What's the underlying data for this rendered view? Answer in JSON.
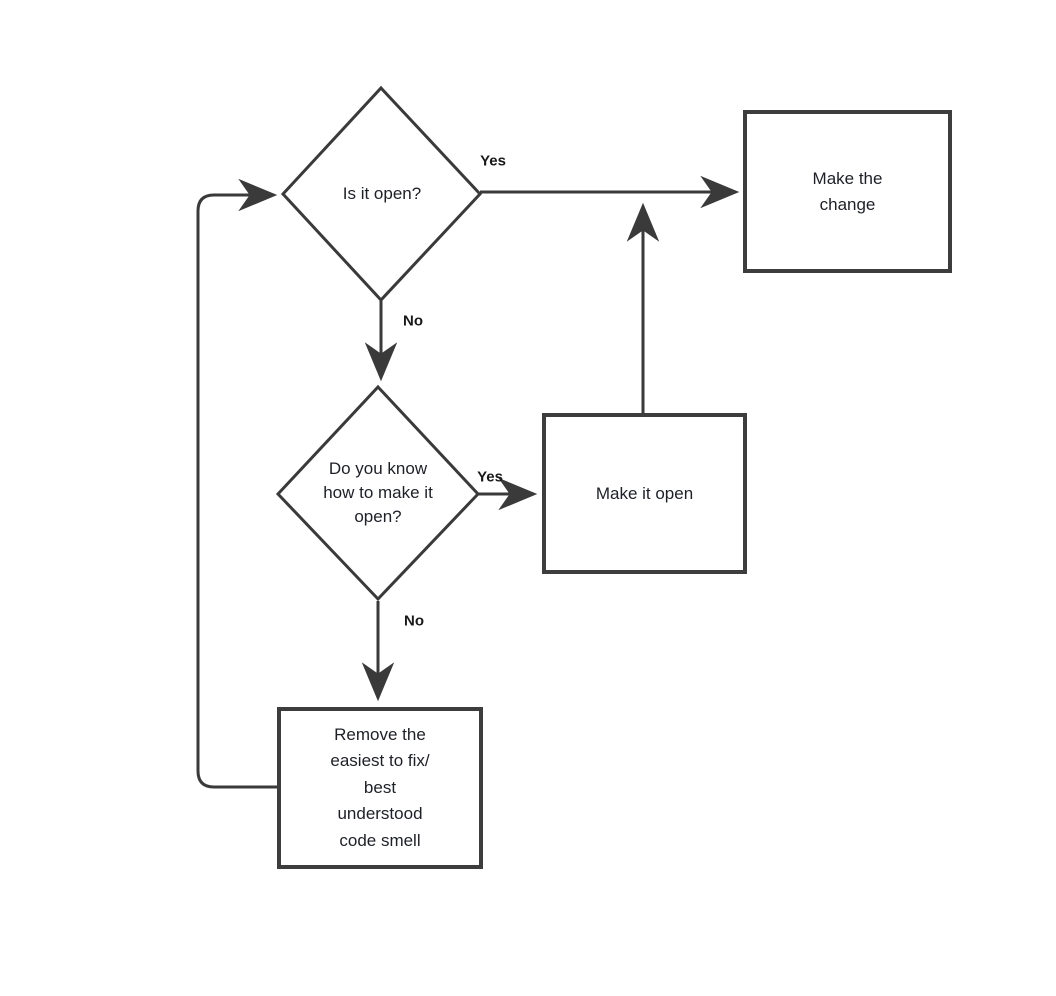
{
  "page": {
    "background": "#ffffff"
  },
  "diagram": {
    "type": "flowchart",
    "colors": {
      "line": "#3a3a3a",
      "node_border": "#3d3d3d",
      "node_fill": "#ffffff",
      "text": "#1d2026",
      "edge_label_text": "#191919",
      "background": "#ffffff"
    },
    "nodes": {
      "is_it_open": {
        "type": "decision",
        "label": "Is it open?"
      },
      "make_the_change": {
        "type": "process",
        "label": "Make the\nchange"
      },
      "know_how_to_open": {
        "type": "decision",
        "label": "Do you know\nhow to make it\nopen?"
      },
      "make_it_open": {
        "type": "process",
        "label": "Make it open"
      },
      "remove_code_smell": {
        "type": "process",
        "label": "Remove the\neasiest to fix/\nbest\nunderstood\ncode smell"
      }
    },
    "edge_labels": {
      "is_it_open_yes": "Yes",
      "is_it_open_no": "No",
      "know_how_yes": "Yes",
      "know_how_no": "No"
    },
    "edges": [
      {
        "from": "is_it_open",
        "to": "make_the_change",
        "label": "Yes",
        "direction": "right"
      },
      {
        "from": "is_it_open",
        "to": "know_how_to_open",
        "label": "No",
        "direction": "down"
      },
      {
        "from": "know_how_to_open",
        "to": "make_it_open",
        "label": "Yes",
        "direction": "right"
      },
      {
        "from": "know_how_to_open",
        "to": "remove_code_smell",
        "label": "No",
        "direction": "down"
      },
      {
        "from": "make_it_open",
        "to": "make_the_change",
        "label": "",
        "direction": "up-merge"
      },
      {
        "from": "remove_code_smell",
        "to": "is_it_open",
        "label": "",
        "direction": "loop-left-up"
      }
    ]
  }
}
